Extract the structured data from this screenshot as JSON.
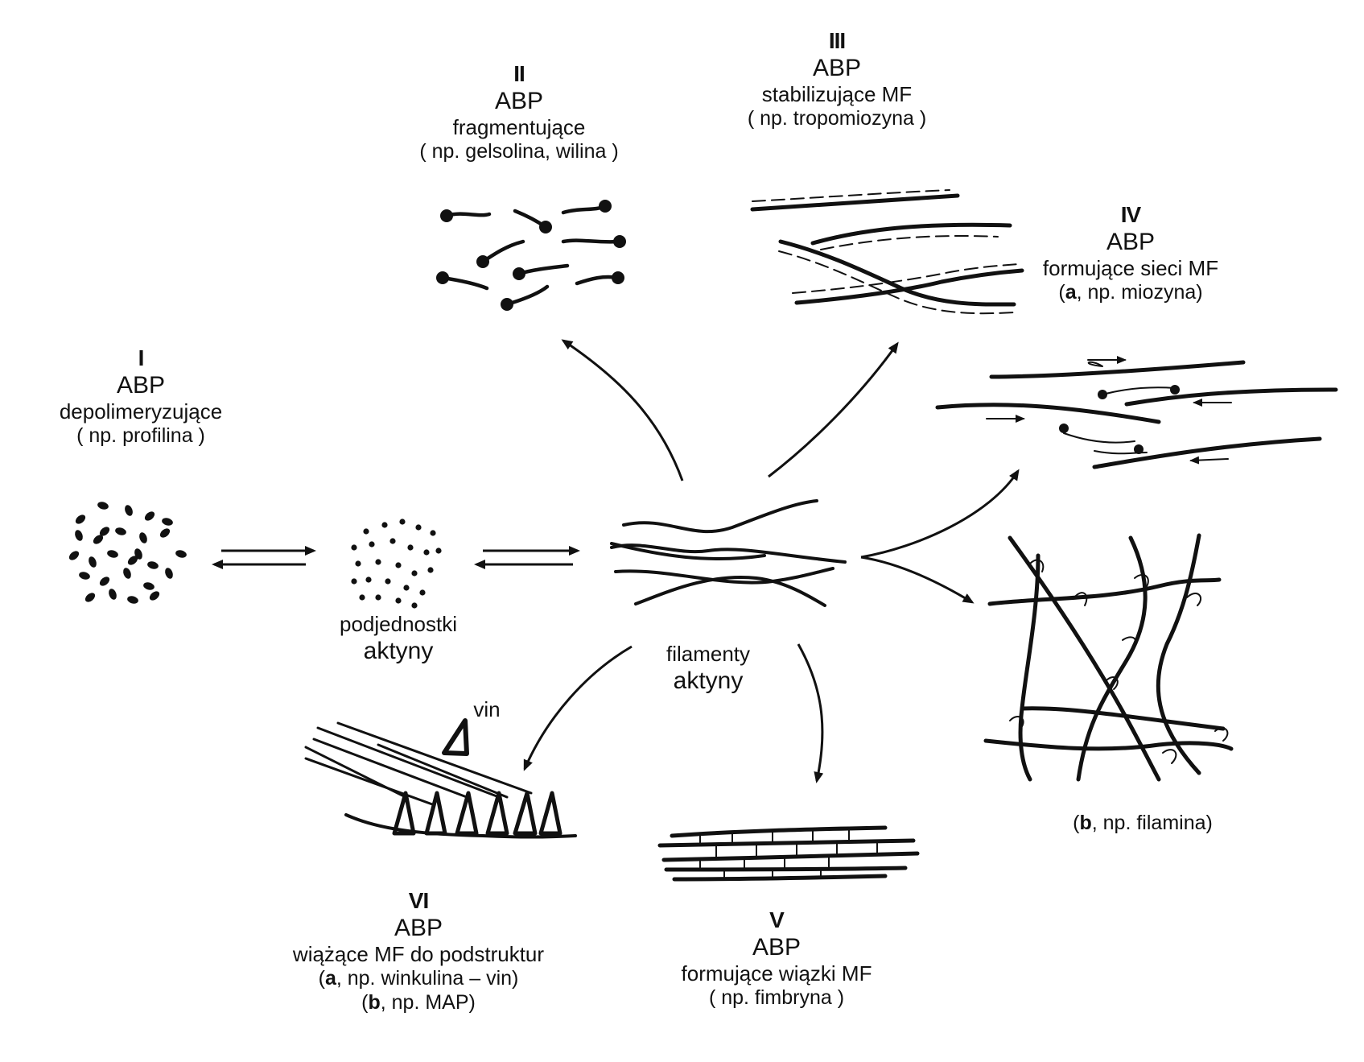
{
  "groups": {
    "I": {
      "roman": "I",
      "abp": "ABP",
      "desc": "depolimeryzujące",
      "example": "( np. profilina )"
    },
    "II": {
      "roman": "II",
      "abp": "ABP",
      "desc": "fragmentujące",
      "example": "( np. gelsolina, wilina )"
    },
    "III": {
      "roman": "III",
      "abp": "ABP",
      "desc": "stabilizujące MF",
      "example": "( np. tropomiozyna )"
    },
    "IV": {
      "roman": "IV",
      "abp": "ABP",
      "desc": "formujące sieci MF",
      "example_a_letter": "a",
      "example_a_rest": ", np. miozyna)",
      "example_b_letter": "b",
      "example_b_rest": ", np. filamina)"
    },
    "V": {
      "roman": "V",
      "abp": "ABP",
      "desc": "formujące wiązki MF",
      "example": "( np. fimbryna )"
    },
    "VI": {
      "roman": "VI",
      "abp": "ABP",
      "desc": "wiążące MF do podstruktur",
      "example_a_letter": "a",
      "example_a_rest": ", np. winkulina – vin)",
      "example_b_letter": "b",
      "example_b_rest": ", np. MAP)"
    }
  },
  "center": {
    "subunits_line1": "podjednostki",
    "subunits_line2": "aktyny",
    "filaments_line1": "filamenty",
    "filaments_line2": "aktyny"
  },
  "vin_label": "vin",
  "colors": {
    "ink": "#111111",
    "background": "#ffffff"
  }
}
